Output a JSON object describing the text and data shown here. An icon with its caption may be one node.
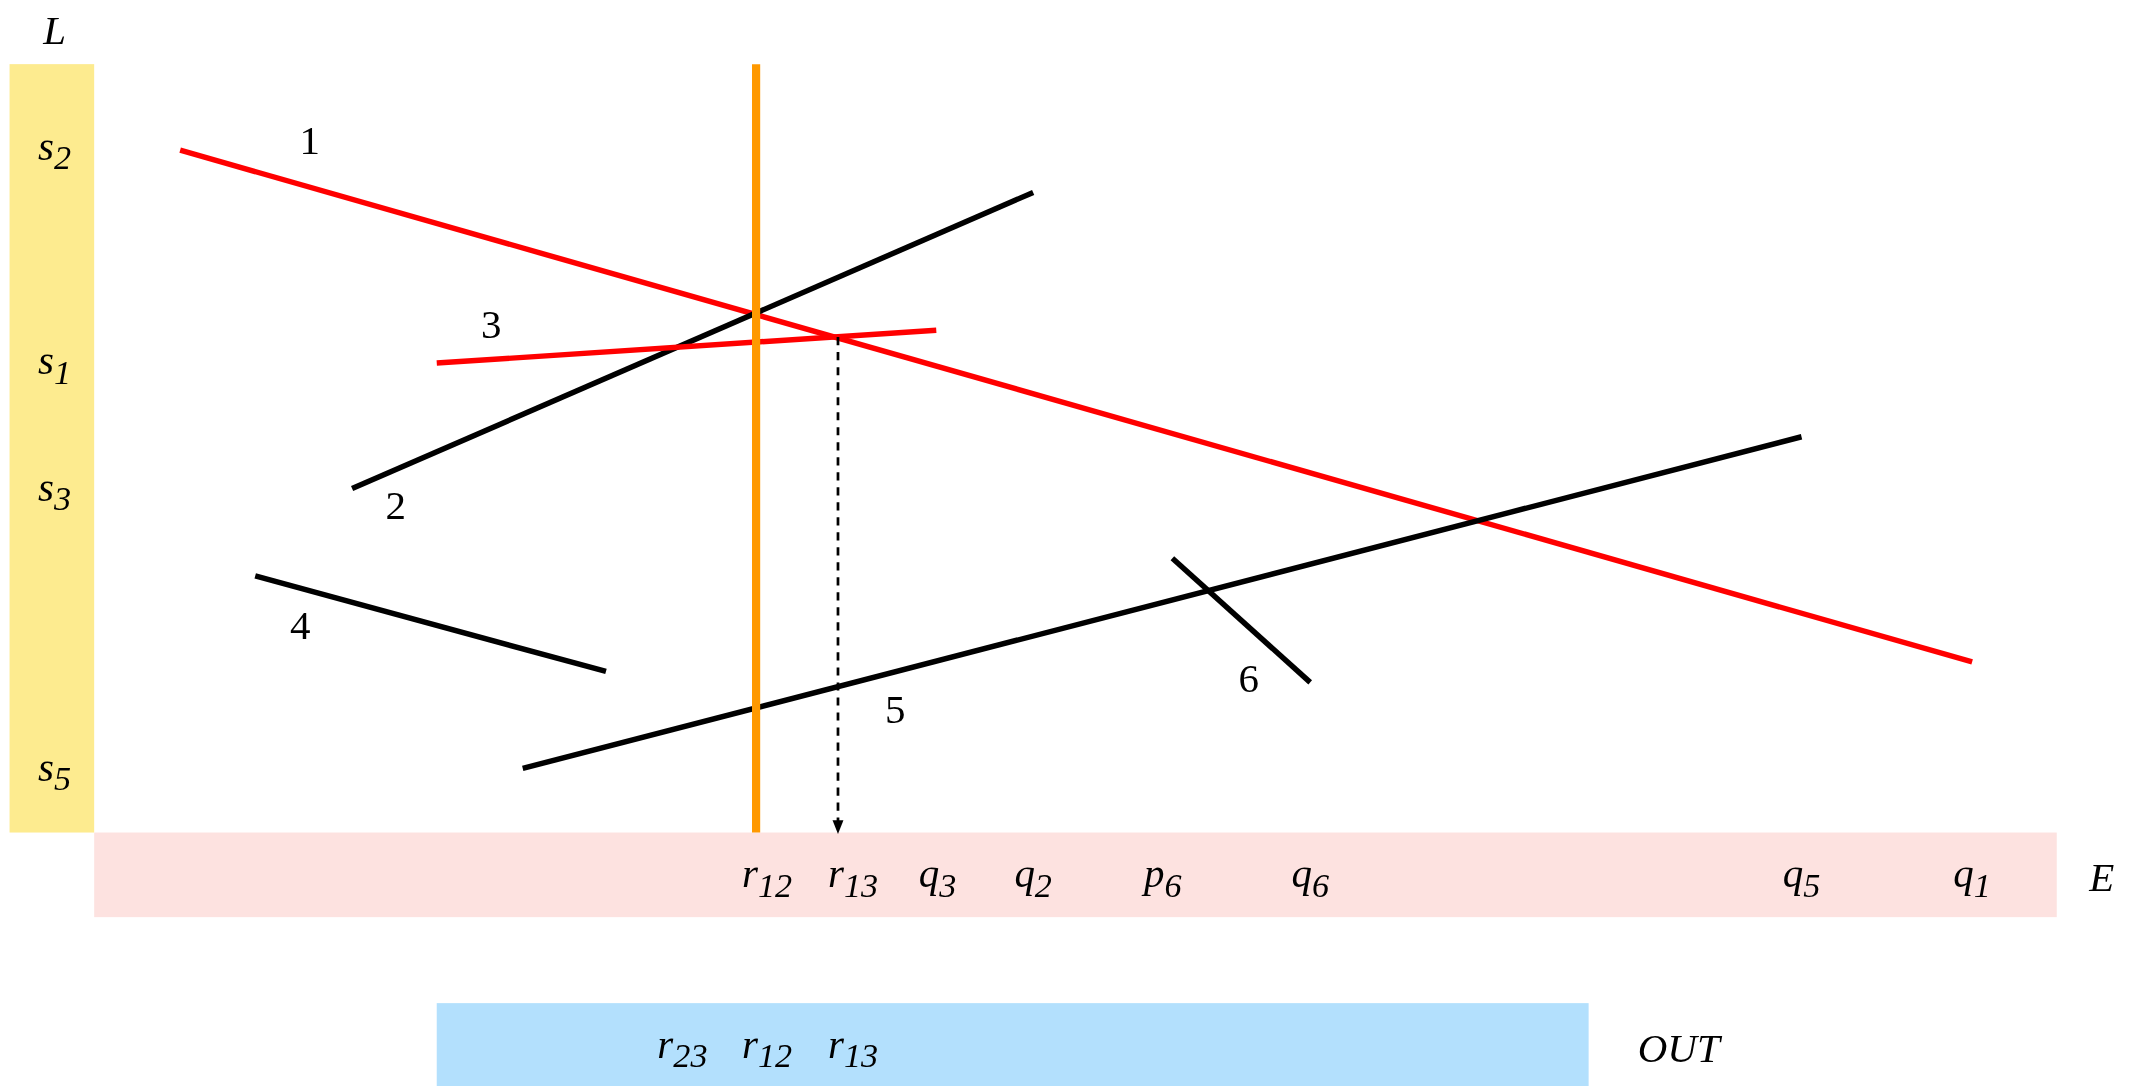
{
  "diagram": {
    "nodes": [
      {
        "text": [
          "L",
          "s$_{2}$",
          "s$_{1}$",
          "s$_{3}$",
          "s$_{5}$"
        ]
      },
      {
        "text": [
          "r$_{12}$",
          "r$_{13}$",
          "q$_{3}$",
          "q$_{2}$",
          "p$_{6}$",
          "q$_{6}$",
          "q$_{5}$",
          "q$_{1}$",
          "E"
        ]
      },
      {
        "text": [
          "r$_{23}$",
          "r$_{12}$",
          "r$_{13}$",
          "OUT"
        ]
      }
    ],
    "edges": [
      {
        "from": null,
        "to": 1,
        "arrow": "to",
        "style": "dashed"
      }
    ],
    "labels": [
      "1",
      "2",
      "3",
      "4",
      "5",
      "6"
    ]
  }
}
